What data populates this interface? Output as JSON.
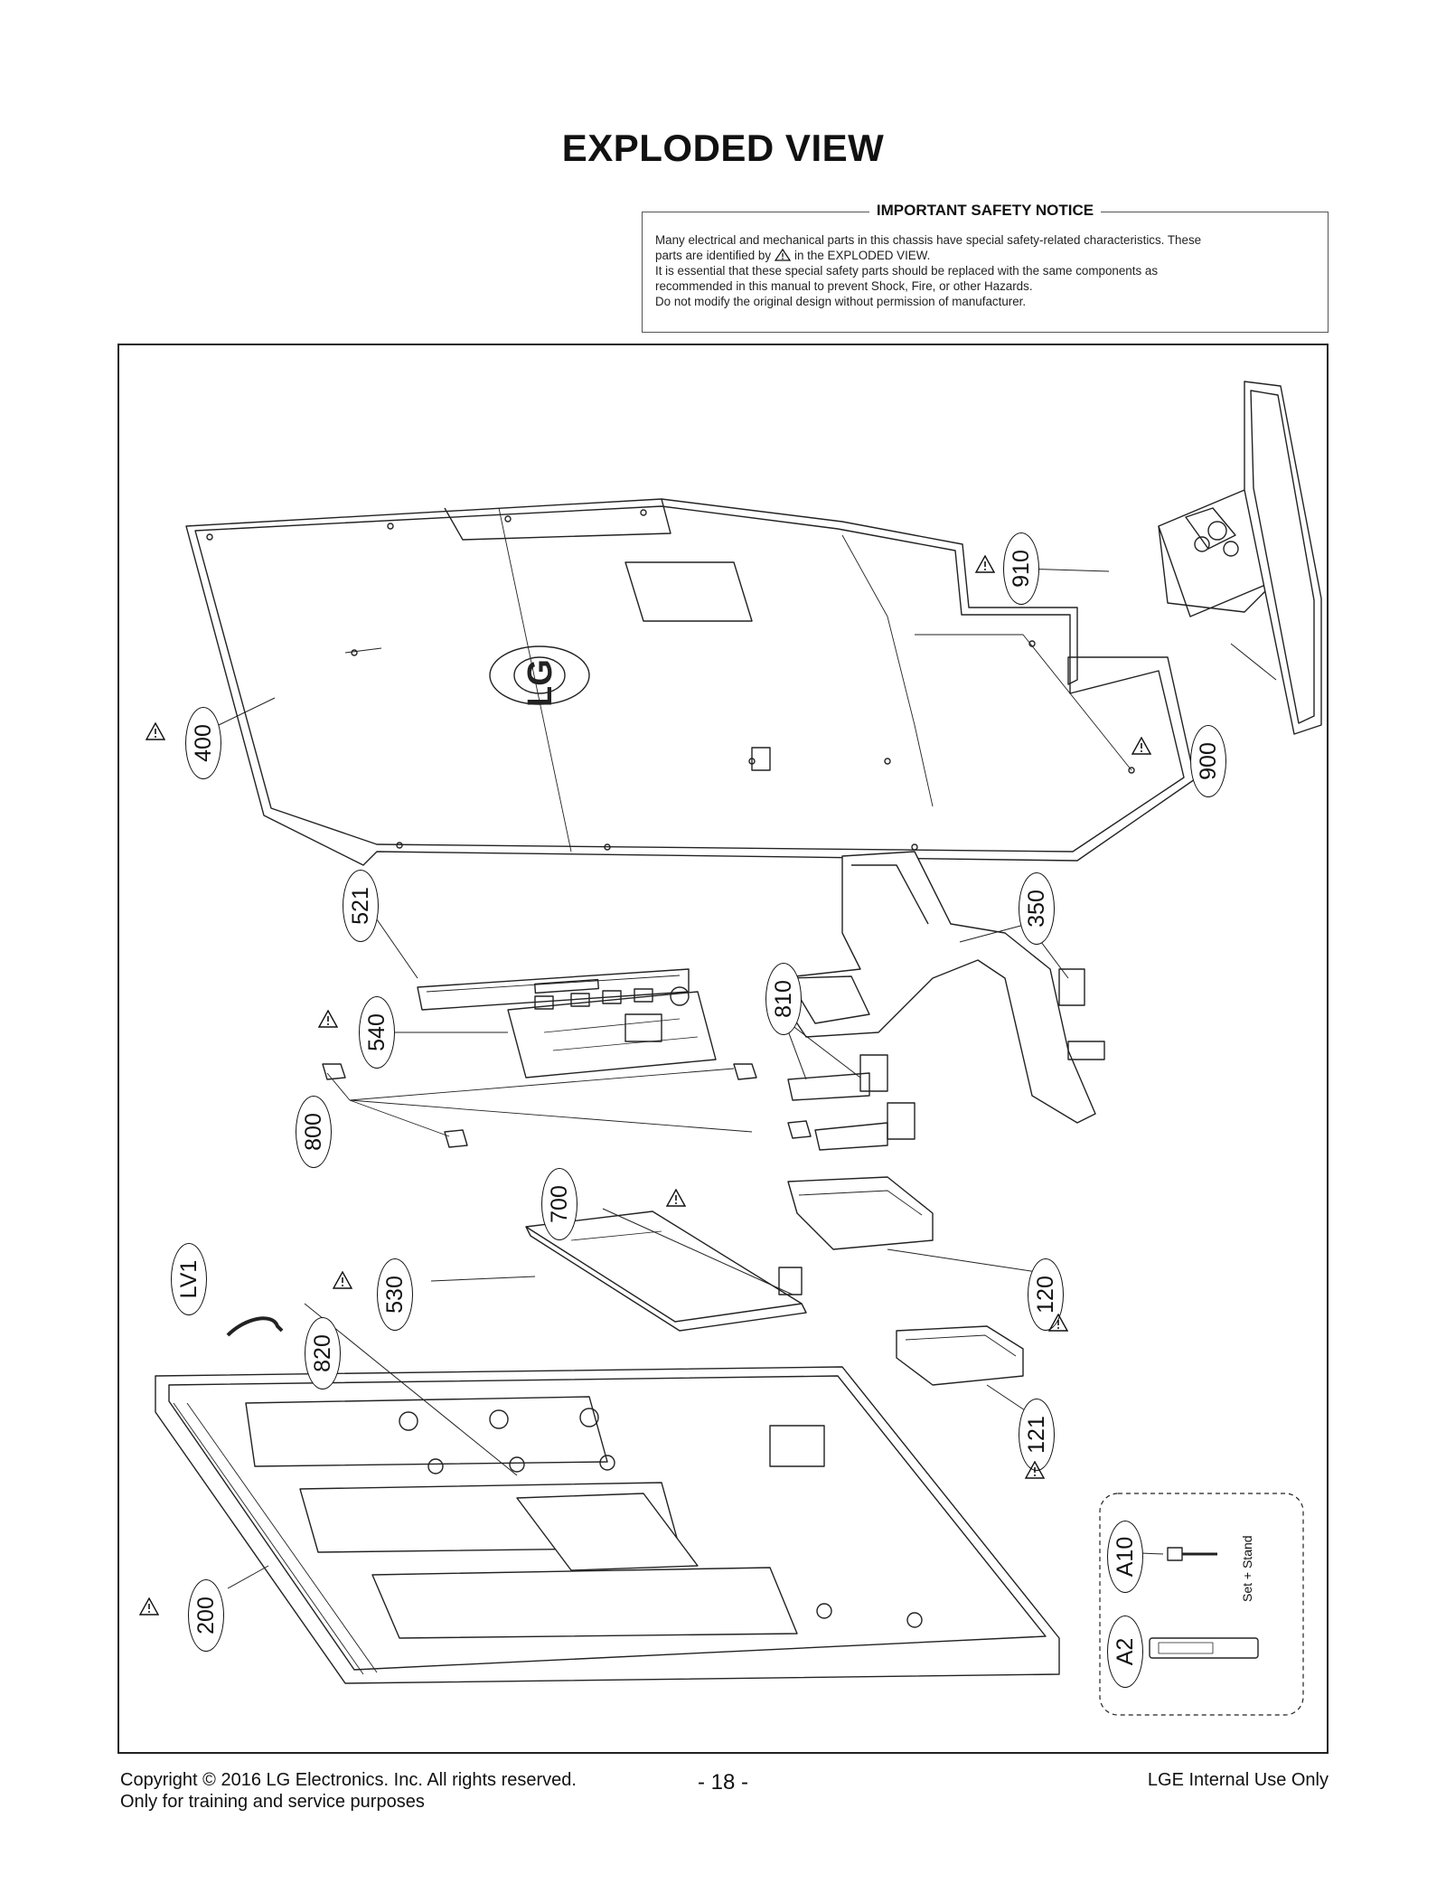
{
  "title": "EXPLODED VIEW",
  "notice": {
    "heading": "IMPORTANT SAFETY NOTICE",
    "line1": "Many electrical and mechanical parts in this chassis have special safety-related characteristics. These",
    "line2a": "parts are identified by",
    "line2b": "in the EXPLODED VIEW.",
    "line3": "It is essential that these special safety parts should be replaced with the same components as",
    "line4": "recommended in this manual to prevent Shock, Fire, or other Hazards.",
    "line5": "Do not modify the original design without permission of manufacturer."
  },
  "callouts": {
    "c400": "400",
    "c910": "910",
    "c900": "900",
    "c521": "521",
    "c350": "350",
    "c540": "540",
    "c810": "810",
    "c800": "800",
    "c700": "700",
    "c120": "120",
    "c530": "530",
    "cLV1": "LV1",
    "c820": "820",
    "c121": "121",
    "c200": "200",
    "cA10": "A10",
    "cA2": "A2"
  },
  "accessory_label": "Set + Stand",
  "logo_text": "LG",
  "footer": {
    "copyright": "Copyright  © 2016 LG Electronics. Inc. All rights reserved.",
    "training": "Only for training and service purposes",
    "page": "- 18 -",
    "internal": "LGE Internal Use Only"
  }
}
